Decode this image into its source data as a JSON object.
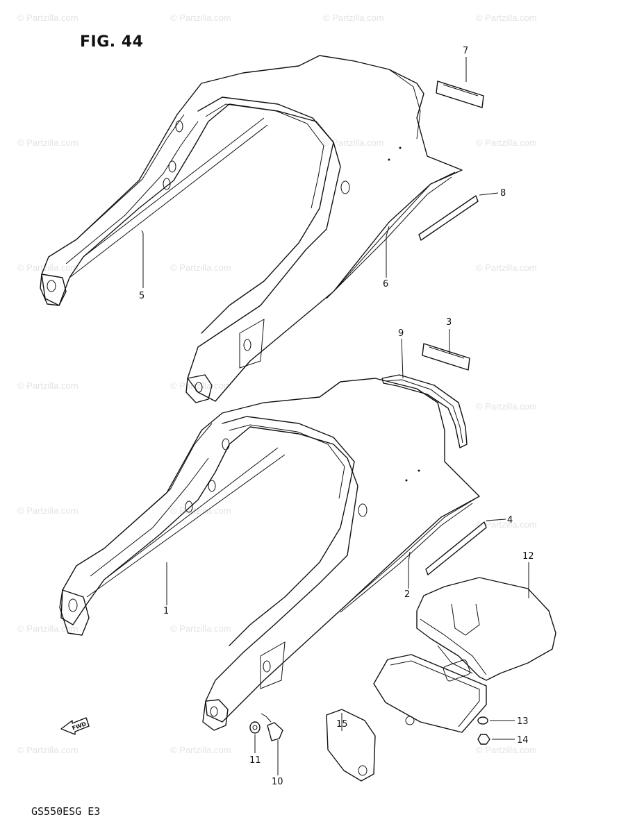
{
  "figure": {
    "title": "FIG. 44"
  },
  "model_code": "GS550ESG  E3",
  "watermark": "© Partzilla.com",
  "footer": {
    "line1": "",
    "line2": ""
  },
  "callouts": [
    {
      "id": "1",
      "label": "1"
    },
    {
      "id": "2",
      "label": "2"
    },
    {
      "id": "3",
      "label": "3"
    },
    {
      "id": "4",
      "label": "4"
    },
    {
      "id": "5",
      "label": "5"
    },
    {
      "id": "6",
      "label": "6"
    },
    {
      "id": "7",
      "label": "7"
    },
    {
      "id": "8",
      "label": "8"
    },
    {
      "id": "9",
      "label": "9"
    },
    {
      "id": "10",
      "label": "10"
    },
    {
      "id": "11",
      "label": "11"
    },
    {
      "id": "12",
      "label": "12"
    },
    {
      "id": "13",
      "label": "13"
    },
    {
      "id": "14",
      "label": "14"
    },
    {
      "id": "15",
      "label": "15"
    }
  ],
  "fwd_label": "FWD"
}
